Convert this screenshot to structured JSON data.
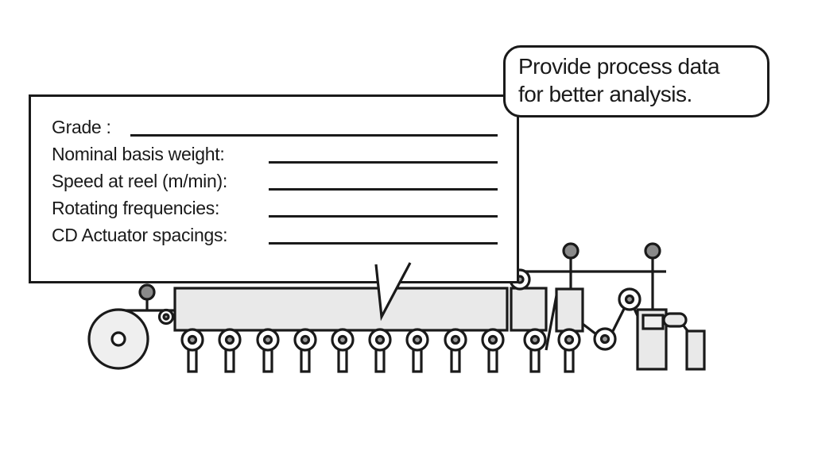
{
  "colors": {
    "ink": "#1a1a1a",
    "machine_fill": "#e9e9e9",
    "machine_fill_light": "#efefef",
    "knob_fill": "#8a8a8a",
    "roller_dot": "#9a9a9a",
    "background": "#ffffff"
  },
  "form": {
    "fields": [
      {
        "label": "Grade :",
        "value": ""
      },
      {
        "label": "Nominal basis weight:",
        "value": ""
      },
      {
        "label": "Speed at reel (m/min):",
        "value": ""
      },
      {
        "label": "Rotating frequencies:",
        "value": ""
      },
      {
        "label": "CD Actuator spacings:",
        "value": ""
      }
    ]
  },
  "callout": {
    "line1": "Provide process data",
    "line2": "for better analysis."
  },
  "diagram": {
    "description": "Paper machine schematic: unwind roll, web with scanner sensors, dryer sections with CD actuator rollers, guide rollers and reel cabinet"
  }
}
